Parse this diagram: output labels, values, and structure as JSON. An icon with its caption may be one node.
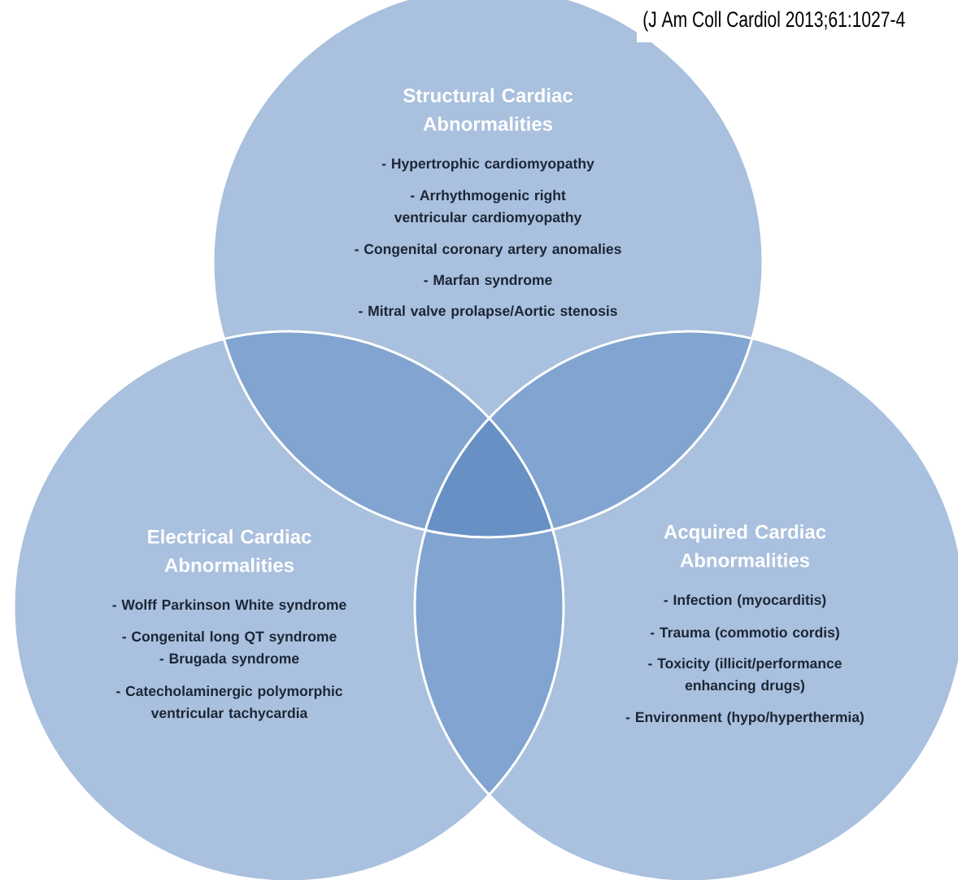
{
  "diagram": {
    "nodes": [
      {
        "text": [
          "Structural Cardiac Abnormalities",
          "- Hypertrophic cardiomyopathy",
          "- Arrhythmogenic right ventricular cardiomyopathy",
          "- Congenital coronary artery anomalies",
          "- Marfan syndrome",
          "- Mitral valve prolapse/Aortic stenosis"
        ]
      },
      {
        "text": [
          "Electrical Cardiac Abnormalities",
          "- Wolff Parkinson White syndrome",
          "- Congenital long QT syndrome",
          "- Brugada syndrome",
          "- Catecholaminergic polymorphic ventricular tachycardia"
        ]
      },
      {
        "text": [
          "Acquired Cardiac Abnormalities",
          "- Infection (myocarditis)",
          "- Trauma (commotio cordis)",
          "- Toxicity (illicit/performance enhancing drugs)",
          "- Environment (hypo/hyperthermia)"
        ]
      }
    ],
    "labels": [
      "(J Am Coll Cardiol 2013;61:1027-4"
    ]
  }
}
